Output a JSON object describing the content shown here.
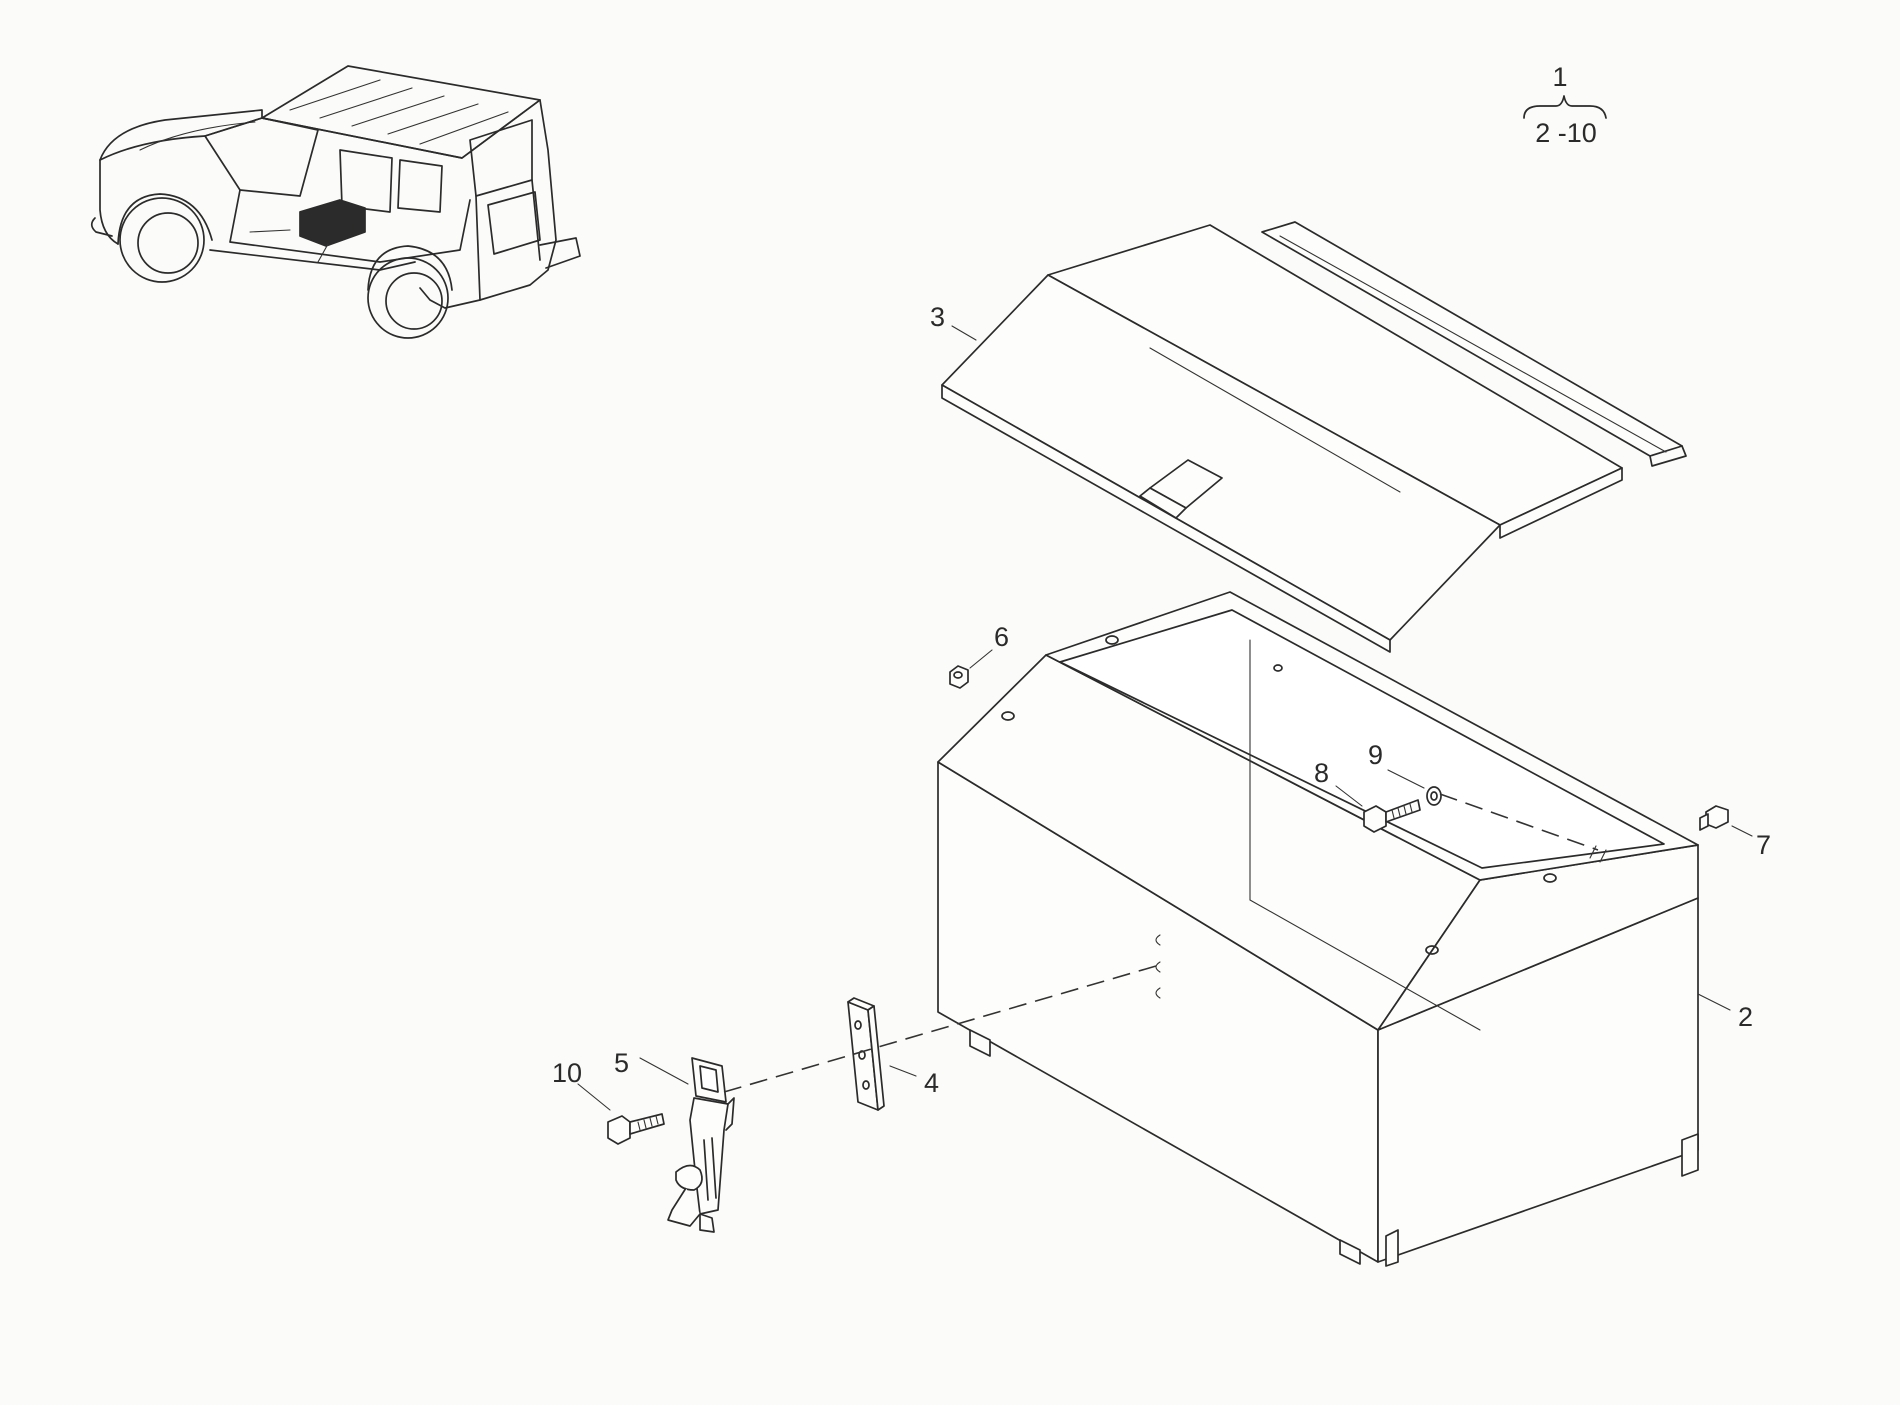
{
  "diagram": {
    "assembly": {
      "ref": "1",
      "range": "2 -10"
    },
    "callouts": [
      {
        "id": "callout-2",
        "text": "2"
      },
      {
        "id": "callout-3",
        "text": "3"
      },
      {
        "id": "callout-4",
        "text": "4"
      },
      {
        "id": "callout-5",
        "text": "5"
      },
      {
        "id": "callout-6",
        "text": "6"
      },
      {
        "id": "callout-7",
        "text": "7"
      },
      {
        "id": "callout-8",
        "text": "8"
      },
      {
        "id": "callout-9",
        "text": "9"
      },
      {
        "id": "callout-10",
        "text": "10"
      }
    ]
  }
}
